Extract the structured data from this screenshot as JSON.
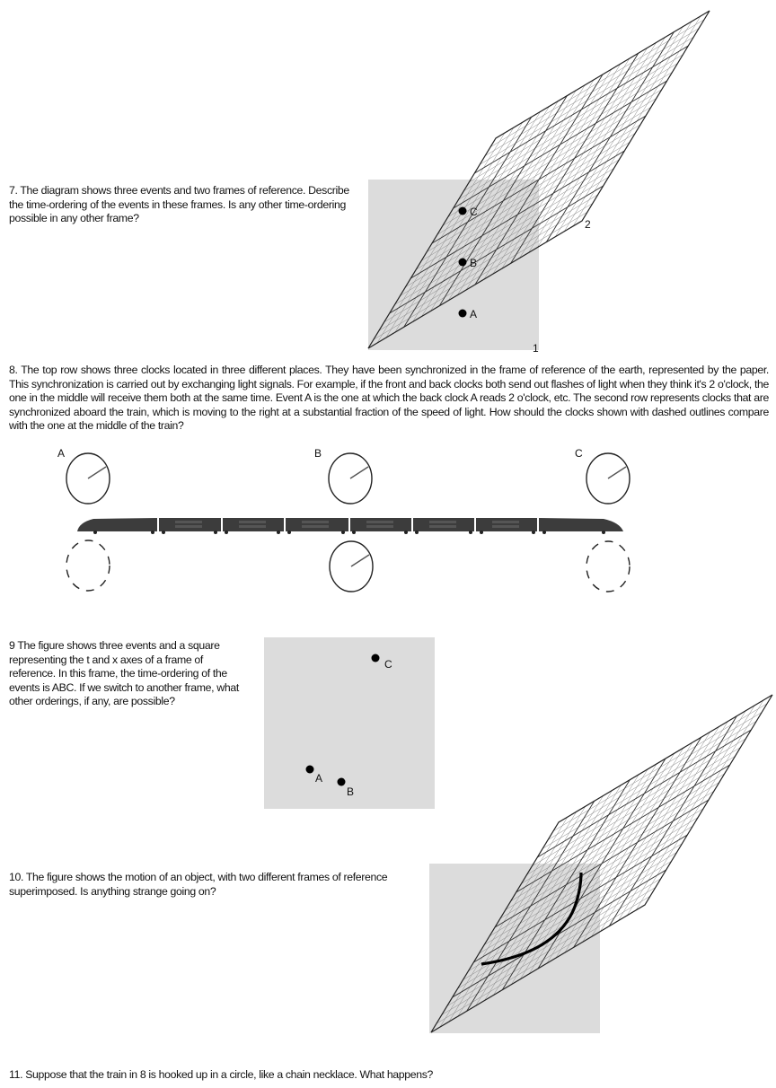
{
  "problems": [
    {
      "text": "7. The diagram shows three events and two frames of reference. Describe the time-ordering of the events in these frames. Is any other time-ordering possible in any other frame?",
      "events": [
        "A",
        "B",
        "C"
      ],
      "frame_labels": [
        "1",
        "2"
      ]
    },
    {
      "text": "8. The top row shows three clocks located in three different places. They have been synchronized in the frame of reference of the earth, represented by the paper. This synchronization is carried out by exchanging light signals. For example, if the front and back clocks both send out flashes of light when they think it's 2 o'clock, the one in the middle will receive them both at the same time. Event A is the one at which the back clock A reads 2 o'clock, etc. The second row represents clocks that are synchronized aboard the train, which is moving to the right at a substantial fraction of the speed of light. How should the clocks shown with dashed outlines compare with the one at the middle of the train?",
      "clock_labels": [
        "A",
        "B",
        "C"
      ]
    },
    {
      "text": "9 The figure shows three events and a square representing the t and x axes of a frame of reference. In this frame, the time-ordering of the events is ABC. If we switch to another frame, what other orderings, if any, are possible?",
      "events": [
        "A",
        "B",
        "C"
      ]
    },
    {
      "text": "10. The figure  shows the motion of an object, with two different frames of reference superimposed. Is anything strange going on?"
    },
    {
      "text": "11. Suppose that the train in 8 is hooked up in a circle, like a chain necklace. What happens?"
    }
  ],
  "colors": {
    "frame_square": "#dcdcdc",
    "train": "#3c3c3c"
  }
}
